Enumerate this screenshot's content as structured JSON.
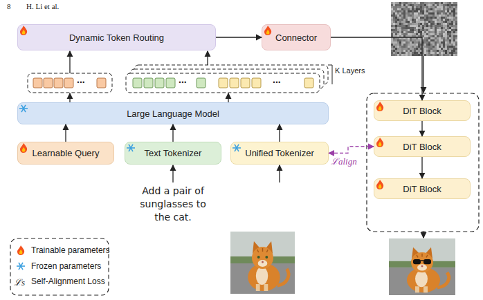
{
  "diagram": {
    "nodes": [
      {
        "text": [
          "Dynamic Token Routing"
        ]
      },
      {
        "text": [
          "Connector"
        ]
      },
      {
        "text": [
          "DiT Block"
        ]
      },
      {
        "text": [
          "DiT Block"
        ]
      },
      {
        "text": [
          "DiT Block"
        ]
      },
      {
        "text": [
          "Large Language Model"
        ]
      },
      {
        "text": [
          "Learnable Query"
        ]
      },
      {
        "text": [
          "Text Tokenizer"
        ]
      },
      {
        "text": [
          "Unified Tokenizer"
        ]
      }
    ],
    "edges": [
      {
        "from": 0,
        "to": 1,
        "arrow": "to"
      },
      {
        "from": 1,
        "to": 2,
        "arrow": "to"
      },
      {
        "from": 2,
        "to": 3,
        "arrow": "to"
      },
      {
        "from": 3,
        "to": 4,
        "arrow": "to"
      },
      {
        "from": 6,
        "to": 5,
        "arrow": "to"
      },
      {
        "from": 7,
        "to": 5,
        "arrow": "to"
      },
      {
        "from": 8,
        "to": 5,
        "arrow": "to"
      },
      {
        "from": 8,
        "to": 3,
        "arrow": "both",
        "label": "ℒalign"
      }
    ],
    "labels": [
      "8",
      "H. Li et al.",
      "...",
      "...",
      "...",
      "K Layers",
      "Add a pair of sunglasses to the cat.",
      "ℒs"
    ],
    "legend": [
      {
        "text": "Trainable parameters"
      },
      {
        "text": "Frozen parameters"
      },
      {
        "text": "Self-Alignment Loss"
      }
    ]
  }
}
